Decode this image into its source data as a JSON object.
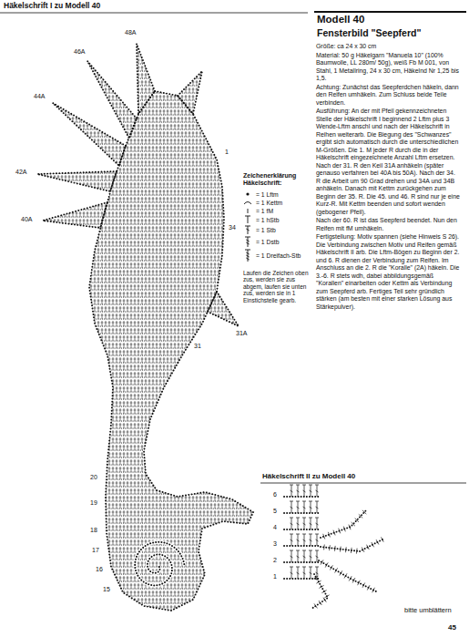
{
  "diagram": {
    "title": "Modell 40",
    "labels": [
      "Häkelschrift I zu Modell 40",
      "48A",
      "46A",
      "44A",
      "1",
      "42A",
      "Zeichenerklärung Häkelschrift:",
      "34",
      "40A",
      "Laufen die Zeichen oben zus, werden sie zus abgem, laufen sie unten zus, werden sie in 1 Einstichstelle gearb.",
      "31A",
      "31",
      "20",
      "19",
      "18",
      "17",
      "16",
      "15",
      "Häkelschrift II zu Modell 40",
      "6",
      "5",
      "4",
      "3",
      "2",
      "1",
      "bitte umblättern",
      "45",
      "Fensterbild \"Seepferd\"",
      "Größe: ca 24 x 30 cm",
      "Material: 50 g Häkelgarn \"Manuela 10\" (100% Baumwolle, LL 280m/ 50g), weiß Fb M 001, von Stahl, 1 Metallring, 24 x 30 cm, Häkelnd Nr 1,25 bis 1,5.",
      "Achtung: Zunächst das Seepferdchen häkeln, dann den Reifen umhäkeln. Zum Schluss beide Teile verbinden.",
      "Ausführung: An der mit Pfeil gekennzeichneten Stelle der Häkelschrift I beginnend 2 Lftm plus 3 Wende-Lftm anschl und nach der Häkelschrift in Reihen weiterarb. Die Biegung des \"Schwanzes\" ergibt sich automatisch durch die unterschiedlichen M-Größen. Die 1. M jeder R durch die in der Häkelschrift eingezeichnete Anzahl Lftm ersetzen. Nach der 31. R den Keil 31A anhäkeln (später genauso verfahren bei 40A bis 50A). Nach der 34. R die Arbeit um 90 Grad drehen und 34A und 34B anhäkeln. Danach mit Kettm zurückgehen zum Beginn der 35. R. Die 45. und 46. R sind nur je eine Kurz-R. Mit Kettm beenden und sofort wenden (gebogener Pfeil).",
      "Nach der 60. R ist das Seepferd beendet. Nun den Reifen mit fM umhäkeln.",
      "Fertigstellung: Motiv spannen (siehe Hinweis S 26). Die Verbindung zwischen Motiv und Reifen gemäß Häkelschrift II arb. Die Lftm-Bögen zu Beginn der 2. und 6. R dienen der Verbindung zum Reifen. Im Anschluss an die 2. R die \"Koralle\" (2A) häkeln. Die 3.-6. R stets wdh, dabei abbildungsgemäß \"Korallen\" einarbeiten oder Kettm als Verbindung zum Seepferd arb. Fertiges Teil sehr gründlich stärken (am besten mit einer starken Lösung aus Stärkepulver)."
    ],
    "legend": [
      {
        "text": "= 1 Lftm"
      },
      {
        "text": "= 1 Kettm"
      },
      {
        "text": "= 1 fM"
      },
      {
        "text": "= 1 hStb"
      },
      {
        "text": "= 1 Stb"
      },
      {
        "text": "= 1 Dstb"
      },
      {
        "text": "= 1 Dreifach-Stb"
      }
    ]
  }
}
